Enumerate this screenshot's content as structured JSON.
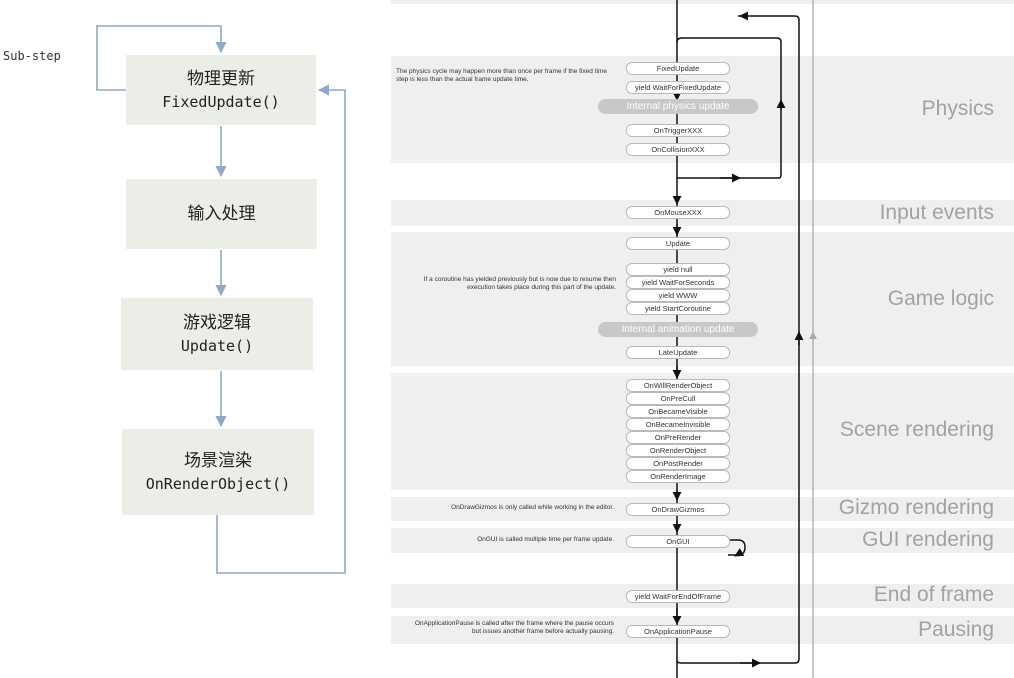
{
  "flowchart": {
    "substep_label": "Sub-step",
    "boxes": [
      {
        "title": "物理更新",
        "subtitle": "FixedUpdate()"
      },
      {
        "title": "输入处理",
        "subtitle": ""
      },
      {
        "title": "游戏逻辑",
        "subtitle": "Update()"
      },
      {
        "title": "场景渲染",
        "subtitle": "OnRenderObject()"
      }
    ]
  },
  "lifecycle": {
    "sections": {
      "physics": "Physics",
      "input": "Input events",
      "game_logic": "Game logic",
      "scene_rendering": "Scene rendering",
      "gizmo_rendering": "Gizmo rendering",
      "gui_rendering": "GUI rendering",
      "end_of_frame": "End of frame",
      "pausing": "Pausing"
    },
    "notes": {
      "physics": "The physics cycle may happen more than once per frame if the fixed time step is less than the actual frame update time.",
      "coroutine": "If a coroutine has yielded previously but is now due to resume then execution takes place during this part of the update.",
      "gizmos": "OnDrawGizmos is only called while working in the editor.",
      "gui": "OnGUI is called multiple time per frame update.",
      "pause": "OnApplicationPause is called after the frame where the pause occurs but issues another frame before actually pausing."
    },
    "events": {
      "fixed_update": "FixedUpdate",
      "wait_fixed": "yield WaitForFixedUpdate",
      "internal_physics": "Internal physics update",
      "on_trigger": "OnTriggerXXX",
      "on_collision": "OnCollisionXXX",
      "on_mouse": "OnMouseXXX",
      "update": "Update",
      "yield_null": "yield null",
      "wait_seconds": "yield WaitForSeconds",
      "yield_www": "yield WWW",
      "start_coroutine": "yield StartCoroutine",
      "internal_animation": "Internal animation update",
      "late_update": "LateUpdate",
      "will_render": "OnWillRenderObject",
      "pre_cull": "OnPreCull",
      "became_visible": "OnBecameVisible",
      "became_invisible": "OnBecameInvisible",
      "pre_render": "OnPreRender",
      "render_object": "OnRenderObject",
      "post_render": "OnPostRender",
      "render_image": "OnRenderImage",
      "draw_gizmos": "OnDrawGizmos",
      "on_gui": "OnGUI",
      "wait_end_frame": "yield WaitForEndOfFrame",
      "app_pause": "OnApplicationPause"
    }
  },
  "colors": {
    "flow_arrow": "#8fa9c6",
    "box_fill": "#ebede7",
    "band_fill": "#efefef",
    "section_text": "#a2a2a2"
  }
}
